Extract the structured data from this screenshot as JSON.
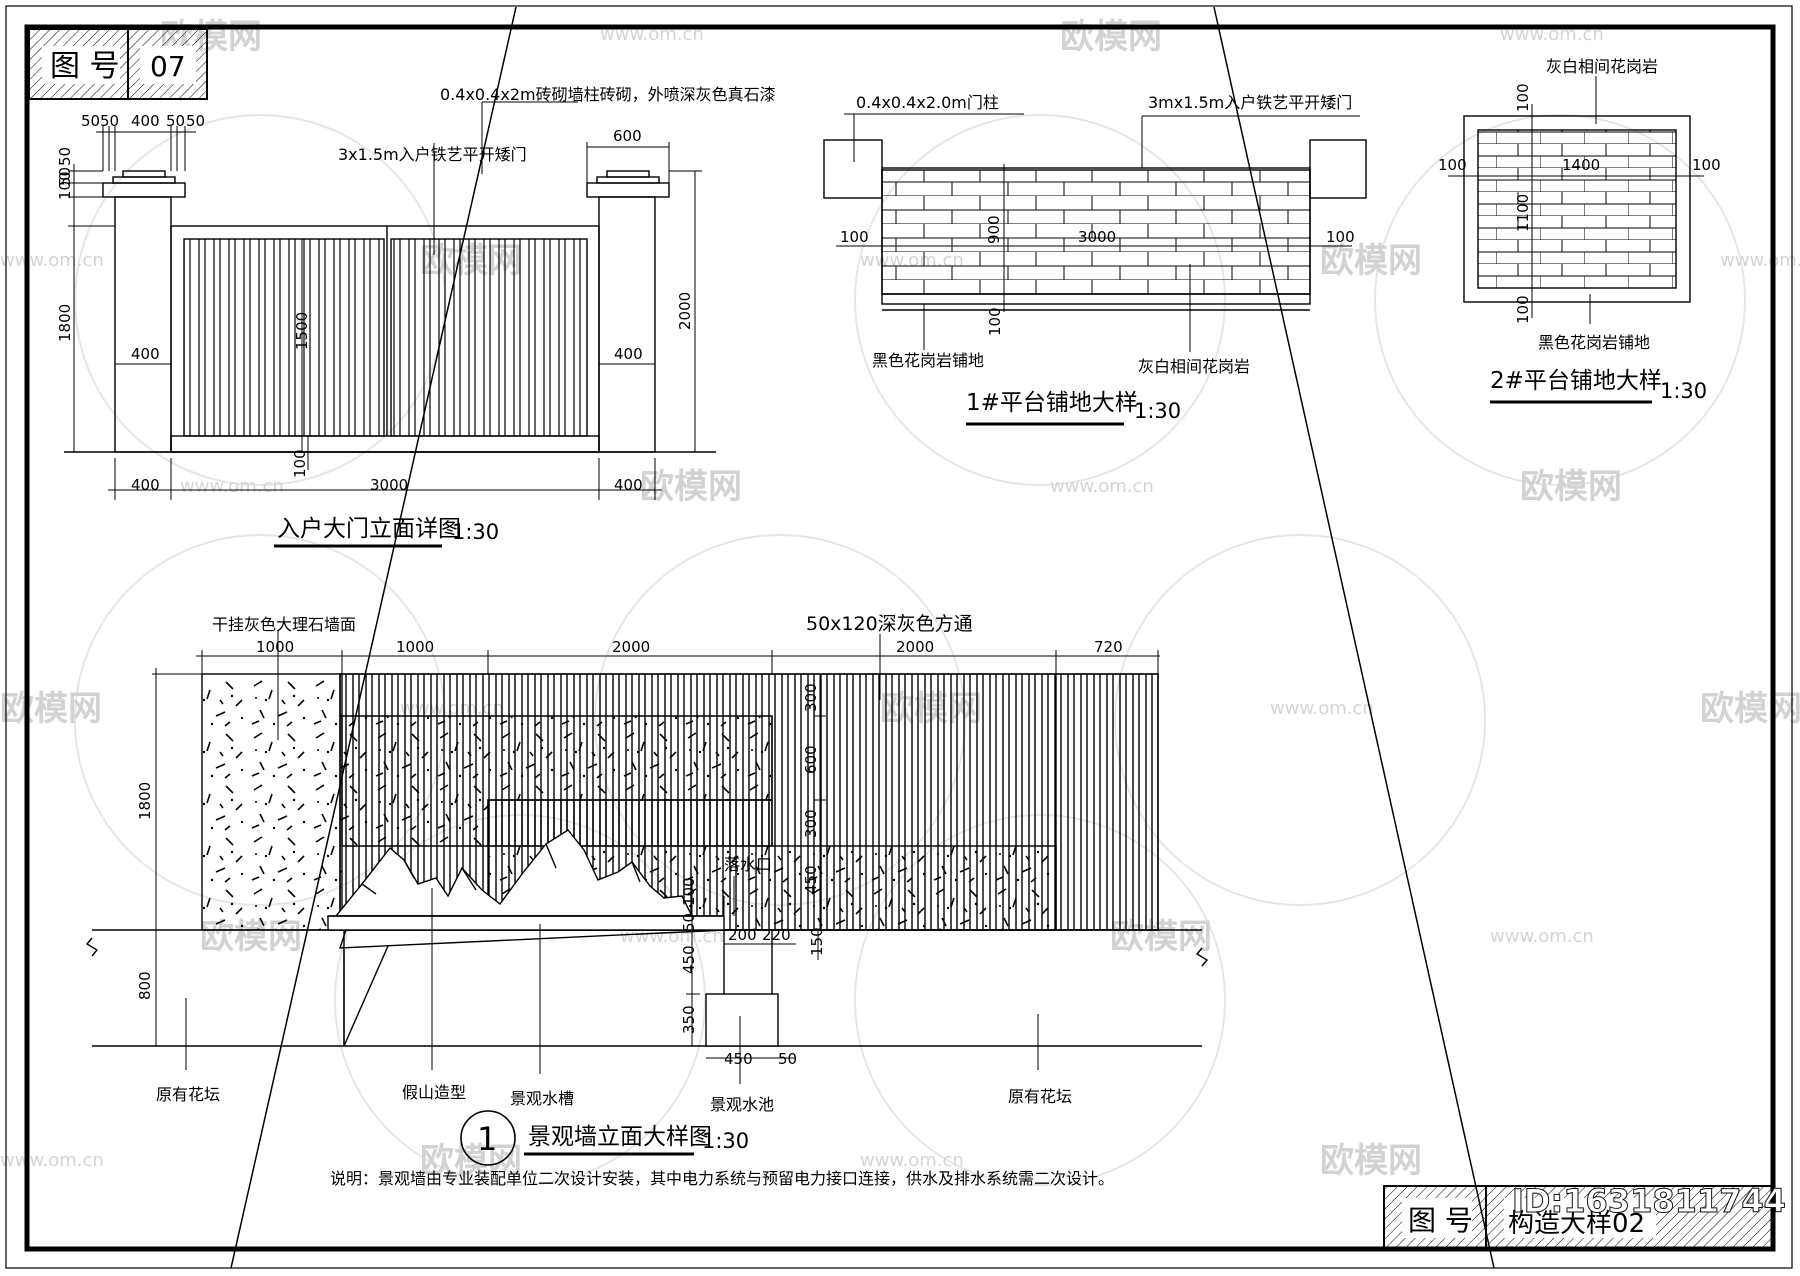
{
  "sheet": {
    "tag_label": "图 号",
    "tag_value": "07",
    "footer_tag_label": "图 号",
    "footer_title": "构造大样02",
    "footer_id": "ID:1631811744"
  },
  "watermark": {
    "brand": "欧模网",
    "url": "www.om.cn"
  },
  "gate": {
    "title": "入户大门立面详图",
    "scale": "1:30",
    "note_pillar": "0.4x0.4x2m砖砌墙柱砖砌，外喷深灰色真石漆",
    "note_gate": "3x1.5m入户铁艺平开矮门",
    "dims": {
      "d50a": "50",
      "d50b": "50",
      "d400": "400",
      "d50c": "50",
      "d50d": "50",
      "d600": "600",
      "v50": "50",
      "v100": "100",
      "v50b": "50",
      "v1800": "1800",
      "v1500": "1500",
      "v2000": "2000",
      "w400l": "400",
      "w400r": "400",
      "v100b": "100",
      "b400l": "400",
      "b3000": "3000",
      "b400r": "400"
    }
  },
  "plat1": {
    "title": "1#平台铺地大样",
    "scale": "1:30",
    "note_post": "0.4x0.4x2.0m门柱",
    "note_gate": "3mx1.5m入户铁艺平开矮门",
    "note_black": "黑色花岗岩铺地",
    "note_grey": "灰白相间花岗岩",
    "dims": {
      "l100": "100",
      "r100": "100",
      "w3000": "3000",
      "h900": "900",
      "b100": "100"
    }
  },
  "plat2": {
    "title": "2#平台铺地大样",
    "scale": "1:30",
    "note_grey": "灰白相间花岗岩",
    "note_black": "黑色花岗岩铺地",
    "dims": {
      "t100": "100",
      "l100": "100",
      "r100": "100",
      "w1400": "1400",
      "h1100": "1100",
      "b100": "100"
    }
  },
  "wall": {
    "title": "景观墙立面大样图",
    "scale": "1:30",
    "marker": "1",
    "note_marble": "干挂灰色大理石墙面",
    "note_tube": "50x120深灰色方通",
    "note_outlet": "落水口",
    "note_bed_left": "原有花坛",
    "note_rock": "假山造型",
    "note_trough": "景观水槽",
    "note_pool": "景观水池",
    "note_bed_right": "原有花坛",
    "remark": "说明：景观墙由专业装配单位二次设计安装，其中电力系统与预留电力接口连接，供水及排水系统需二次设计。",
    "dims": {
      "t1000a": "1000",
      "t1000b": "1000",
      "t2000a": "2000",
      "t2000b": "2000",
      "t720": "720",
      "h1800": "1800",
      "h800": "800",
      "v300a": "300",
      "v600": "600",
      "v300b": "300",
      "v450": "450",
      "v100": "100",
      "v150": "150",
      "v50": "50",
      "w200": "200",
      "w220": "220",
      "v450b": "450",
      "v350": "350",
      "w450": "450",
      "w50": "50"
    }
  }
}
